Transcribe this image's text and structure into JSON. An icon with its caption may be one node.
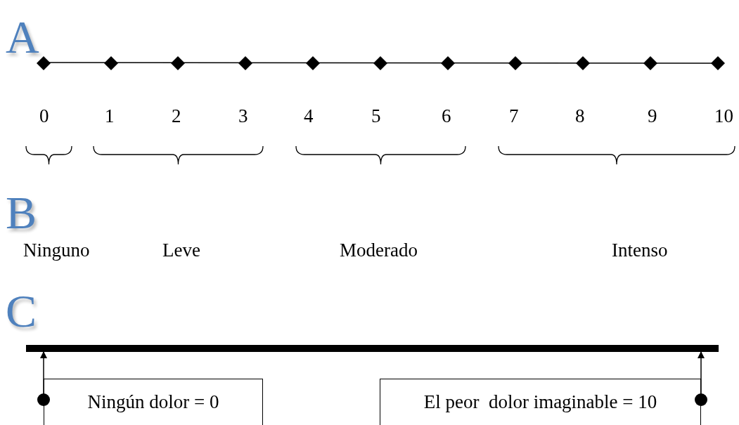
{
  "diagram": {
    "nodes": [
      {
        "text": [],
        "shape": "bar"
      },
      {
        "text": [
          "Ningún dolor = 0"
        ]
      },
      {
        "text": [
          "El peor  dolor imaginable = 10"
        ]
      }
    ],
    "edges": [
      {
        "from": 1,
        "to": 0,
        "arrow": "to"
      },
      {
        "from": 2,
        "to": 0,
        "arrow": "to"
      }
    ],
    "labels": [
      "A",
      "0",
      "1",
      "2",
      "3",
      "4",
      "5",
      "6",
      "7",
      "8",
      "9",
      "10",
      "B",
      "Ninguno",
      "Leve",
      "Moderado",
      "Intenso",
      "C"
    ]
  }
}
